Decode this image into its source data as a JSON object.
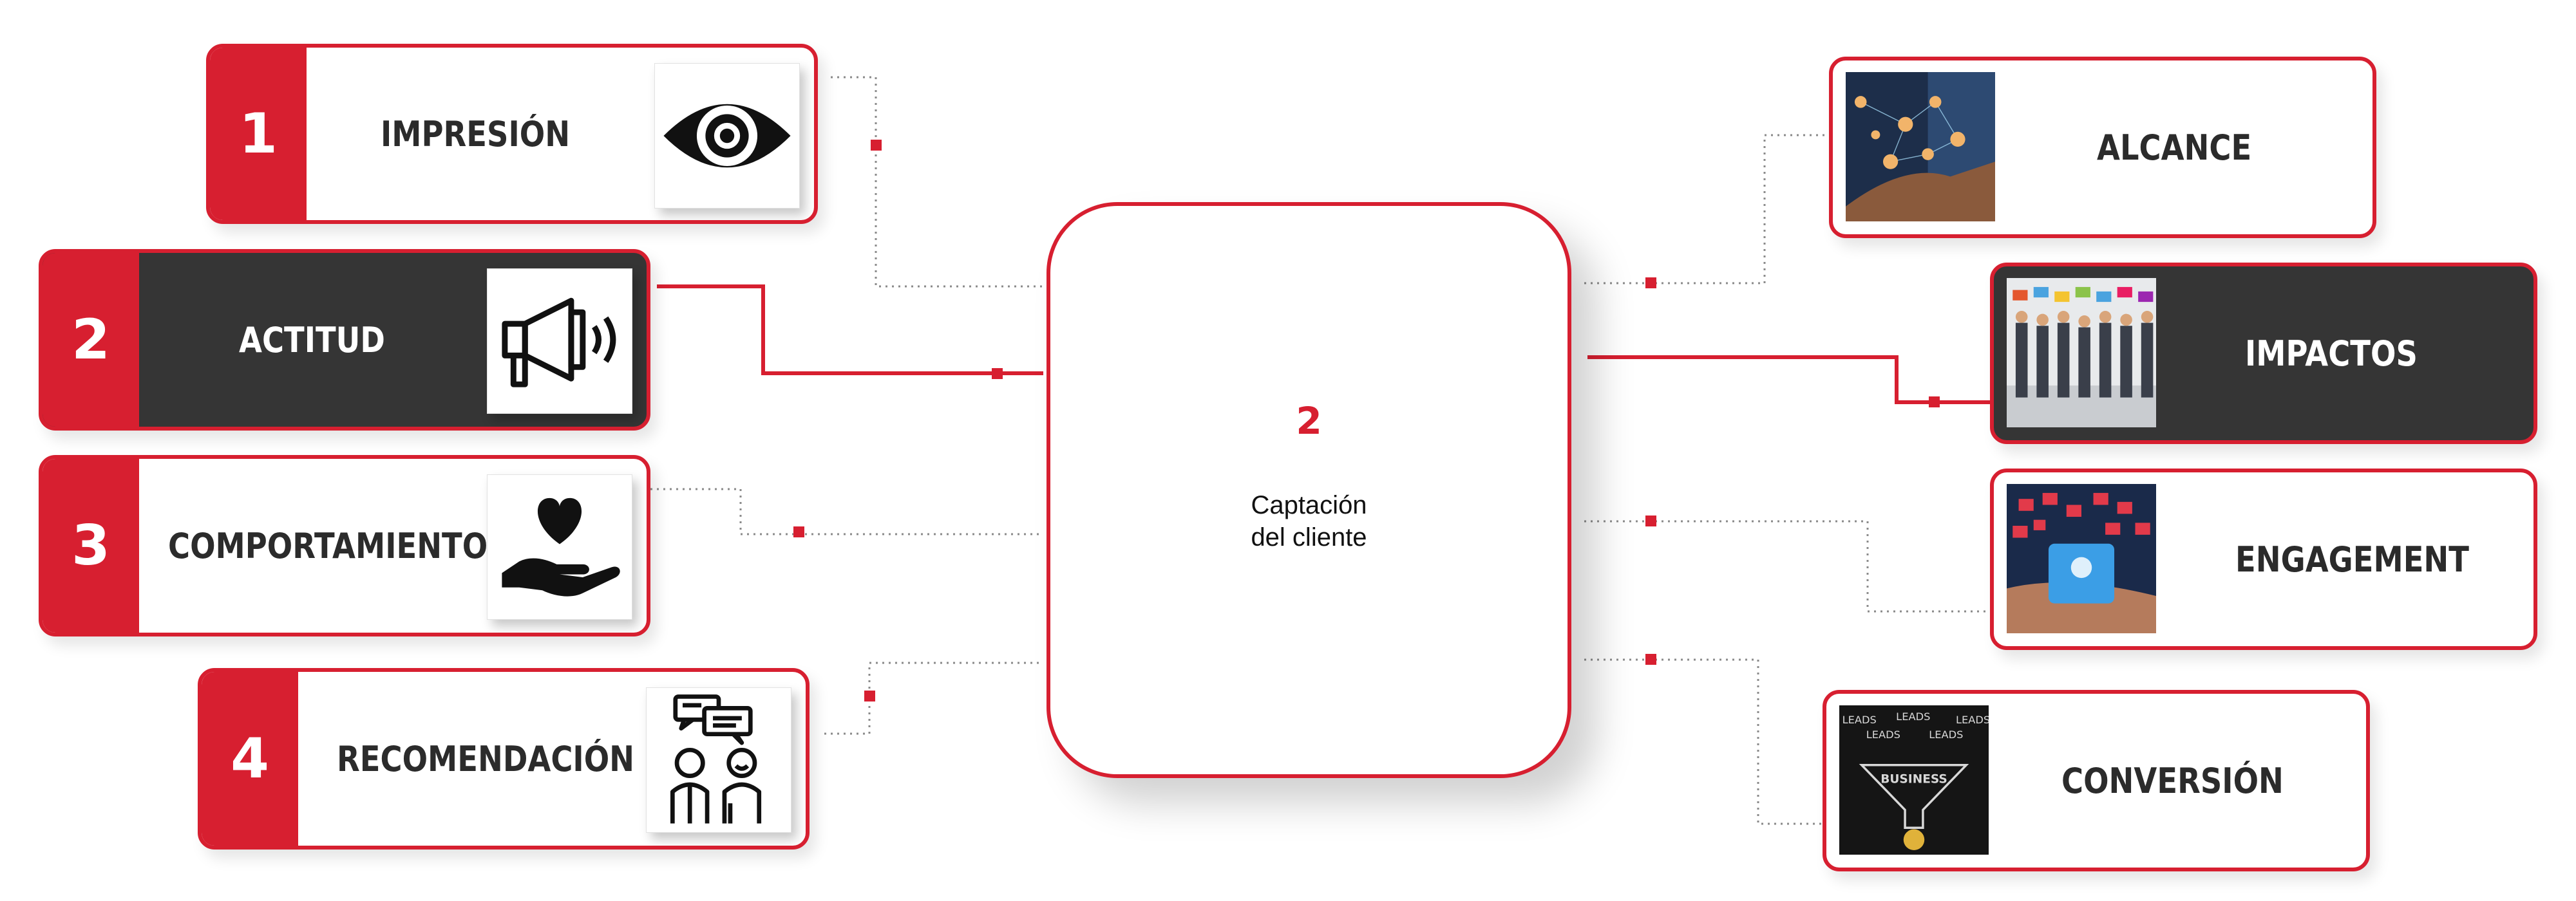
{
  "center": {
    "number": "2",
    "text": "Captación\ndel cliente"
  },
  "left_items": [
    {
      "number": "1",
      "label": "IMPRESIÓN",
      "icon": "eye-icon"
    },
    {
      "number": "2",
      "label": "ACTITUD",
      "icon": "megaphone-icon"
    },
    {
      "number": "3",
      "label": "COMPORTAMIENTO",
      "icon": "heart-in-hand-icon"
    },
    {
      "number": "4",
      "label": "RECOMENDACIÓN",
      "icon": "conversation-people-icon"
    }
  ],
  "right_items": [
    {
      "label": "ALCANCE",
      "image": "network-hands-photo"
    },
    {
      "label": "IMPACTOS",
      "image": "people-speech-bubbles-photo"
    },
    {
      "label": "ENGAGEMENT",
      "image": "phone-hearts-photo"
    },
    {
      "label": "CONVERSIÓN",
      "image": "leads-funnel-photo"
    }
  ],
  "funnel_words": {
    "leads": "LEADS",
    "business": "BUSINESS"
  },
  "colors": {
    "accent": "#d71f30",
    "dark": "#353535",
    "text": "#2b2b2b",
    "connector_gray": "#8a8a8a"
  }
}
